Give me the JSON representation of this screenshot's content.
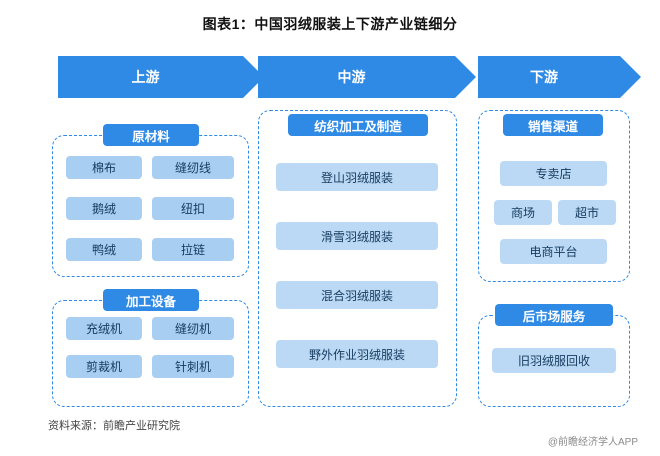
{
  "title": "图表1：中国羽绒服装上下游产业链细分",
  "banners": [
    {
      "id": "up",
      "label": "上游"
    },
    {
      "id": "mid",
      "label": "中游"
    },
    {
      "id": "down",
      "label": "下游"
    }
  ],
  "groups": {
    "raw_materials": {
      "header": "原材料",
      "items": [
        "棉布",
        "缝纫线",
        "鹅绒",
        "纽扣",
        "鸭绒",
        "拉链"
      ]
    },
    "processing_equipment": {
      "header": "加工设备",
      "items": [
        "充绒机",
        "缝纫机",
        "剪裁机",
        "针刺机"
      ]
    },
    "weaving_manufacture": {
      "header": "纺织加工及制造",
      "items": [
        "登山羽绒服装",
        "滑雪羽绒服装",
        "混合羽绒服装",
        "野外作业羽绒服装"
      ]
    },
    "sales_channel": {
      "header": "销售渠道",
      "items": [
        "专卖店",
        "商场",
        "超市",
        "电商平台"
      ]
    },
    "after_market": {
      "header": "后市场服务",
      "items": [
        "旧羽绒服回收"
      ]
    }
  },
  "footer": {
    "source": "资料来源：前瞻产业研究院",
    "watermark": "@前瞻经济学人APP"
  },
  "colors": {
    "banner_blue": "#2E8AE5",
    "pill_blue": "#2E8AE5",
    "leaf_blue": "#A8CEF2",
    "dash_border": "#2E8AE5"
  }
}
